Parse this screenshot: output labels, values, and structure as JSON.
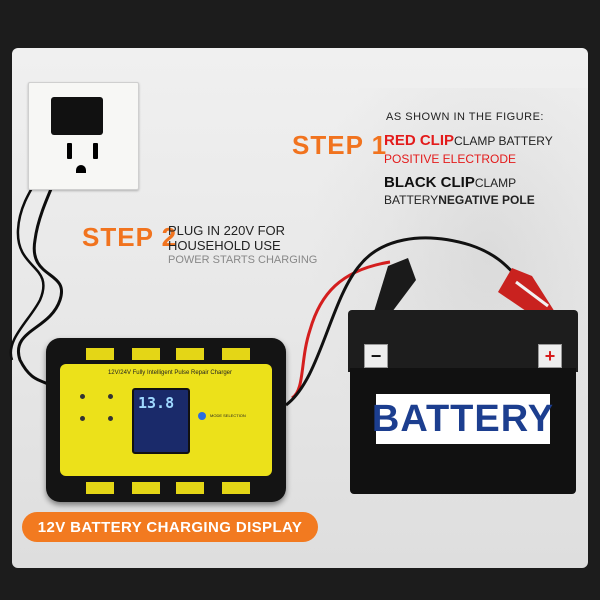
{
  "steps": {
    "step1_label": "STEP 1",
    "step2_label": "STEP 2"
  },
  "step1_text": {
    "heading": "AS SHOWN IN THE FIGURE:",
    "red_clip": "RED CLIP",
    "red_clamp": "CLAMP BATTERY",
    "red_line2": "POSITIVE ELECTRODE",
    "black_clip": "BLACK CLIP",
    "black_clamp": "CLAMP",
    "black_line2_a": "BATTERY",
    "black_line2_b": "NEGATIVE POLE"
  },
  "step2_text": {
    "line1": "PLUG IN 220V FOR",
    "line2": "HOUSEHOLD USE",
    "line3": "POWER STARTS CHARGING"
  },
  "charger": {
    "model": "12V/24V Fully Intelligent Pulse Repair Charger",
    "display_value": "13.8",
    "mode_label": "MODE SELECTION"
  },
  "battery": {
    "label": "BATTERY",
    "minus": "−",
    "plus": "+"
  },
  "banner": {
    "text": "12V BATTERY CHARGING DISPLAY"
  },
  "colors": {
    "accent_orange": "#f1731e",
    "red_clip": "#e31b1b",
    "battery_label_blue": "#1c3e8f",
    "charger_yellow": "#ece11a"
  }
}
